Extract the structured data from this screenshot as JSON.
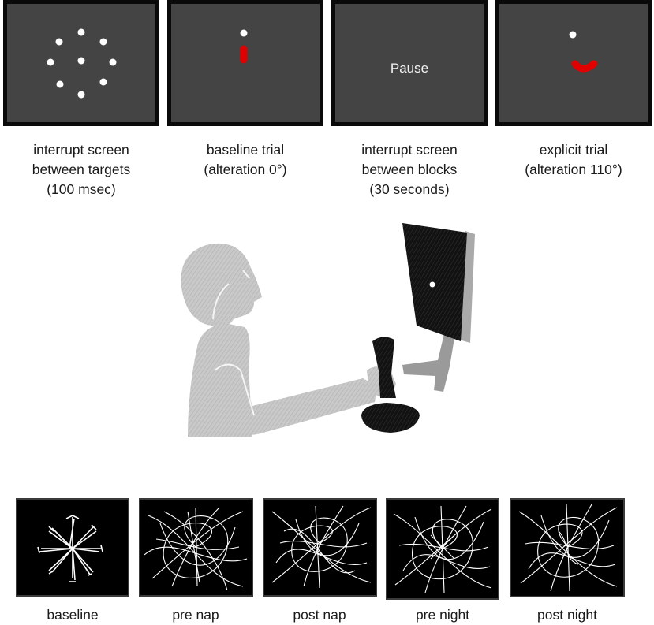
{
  "screens": [
    {
      "id": "interrupt-targets",
      "caption": "interrupt screen between targets (100 msec)"
    },
    {
      "id": "baseline-trial",
      "caption": "baseline trial (alteration 0°)"
    },
    {
      "id": "interrupt-blocks",
      "caption": "interrupt screen between blocks (30 seconds)",
      "screen_text": "Pause"
    },
    {
      "id": "explicit-trial",
      "caption": "explicit trial (alteration 110°)"
    }
  ],
  "trajectories": [
    {
      "label": "baseline"
    },
    {
      "label": "pre nap"
    },
    {
      "label": "post nap"
    },
    {
      "label": "pre night"
    },
    {
      "label": "post night"
    }
  ],
  "colors": {
    "screen_bg": "#444444",
    "screen_border": "#0a0a0a",
    "target": "#ffffff",
    "cursor_path": "#e00000",
    "trajectory_bg": "#000000",
    "trajectory_line": "#ffffff",
    "person_fill": "#c8c8c8",
    "monitor_fill": "#111111"
  }
}
